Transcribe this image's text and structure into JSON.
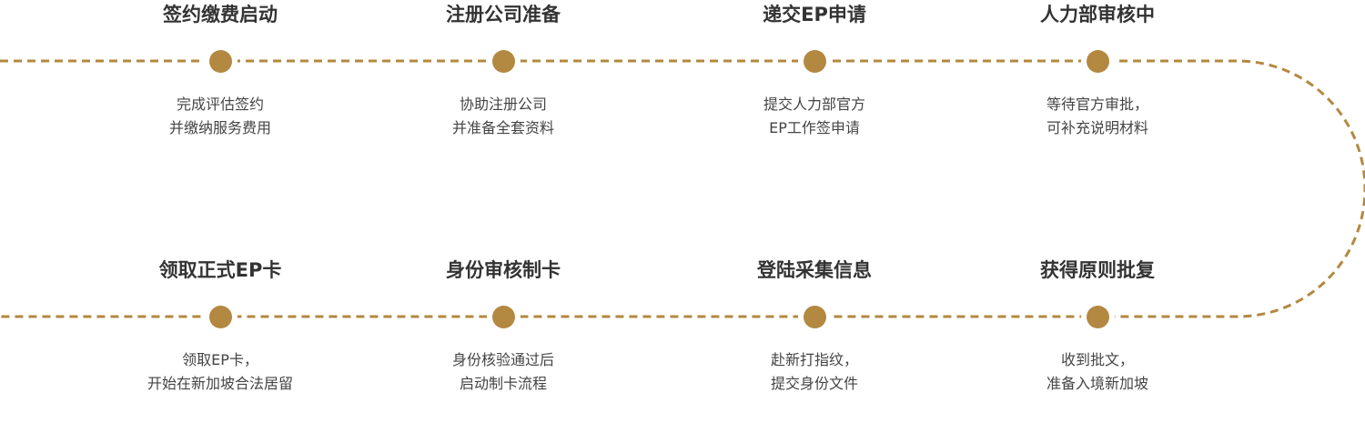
{
  "accent_color": "#b38840",
  "steps_top": [
    {
      "title": "签约缴费启动",
      "desc": [
        "完成评估签约",
        "并缴纳服务费用"
      ]
    },
    {
      "title": "注册公司准备",
      "desc": [
        "协助注册公司",
        "并准备全套资料"
      ]
    },
    {
      "title": "递交EP申请",
      "desc": [
        "提交人力部官方",
        "EP工作签申请"
      ]
    },
    {
      "title": "人力部审核中",
      "desc": [
        "等待官方审批，",
        "可补充说明材料"
      ]
    }
  ],
  "steps_bottom": [
    {
      "title": "领取正式EP卡",
      "desc": [
        "领取EP卡，",
        "开始在新加坡合法居留"
      ]
    },
    {
      "title": "身份审核制卡",
      "desc": [
        "身份核验通过后",
        "启动制卡流程"
      ]
    },
    {
      "title": "登陆采集信息",
      "desc": [
        "赴新打指纹，",
        "提交身份文件"
      ]
    },
    {
      "title": "获得原则批复",
      "desc": [
        "收到批文，",
        "准备入境新加坡"
      ]
    }
  ]
}
